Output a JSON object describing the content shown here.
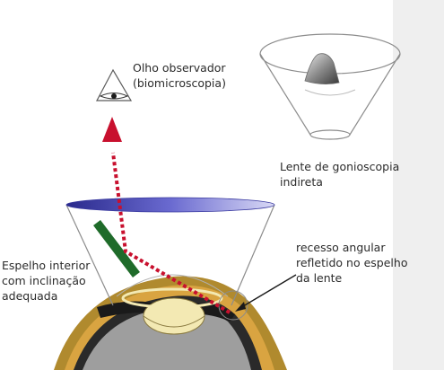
{
  "labels": {
    "observer_line1": "Olho observador",
    "observer_line2": "(biomicroscopia)",
    "lens_line1": "Lente de gonioscopia",
    "lens_line2": "indireta",
    "mirror_line1": "Espelho interior",
    "mirror_line2": "com inclinação",
    "mirror_line3": "adequada",
    "recess_line1": "recesso angular",
    "recess_line2": "refletido no espelho",
    "recess_line3": "da lente"
  },
  "icons": {
    "observer": "eye-icon",
    "lens": "goniolens-icon",
    "mirror": "mirror-icon",
    "ray": "light-ray-arrow-icon"
  },
  "colors": {
    "background": "#ffffff",
    "side_panel": "#efefef",
    "lens_outline": "#8c8c8c",
    "lens_top": "#3a3aa0",
    "mirror": "#1f6b2a",
    "ray": "#c8102e",
    "sclera": "#d9a441",
    "uvea": "#2a2a2a",
    "globe_fill": "#9e9e9e",
    "iris_lens": "#f3e9b3"
  }
}
